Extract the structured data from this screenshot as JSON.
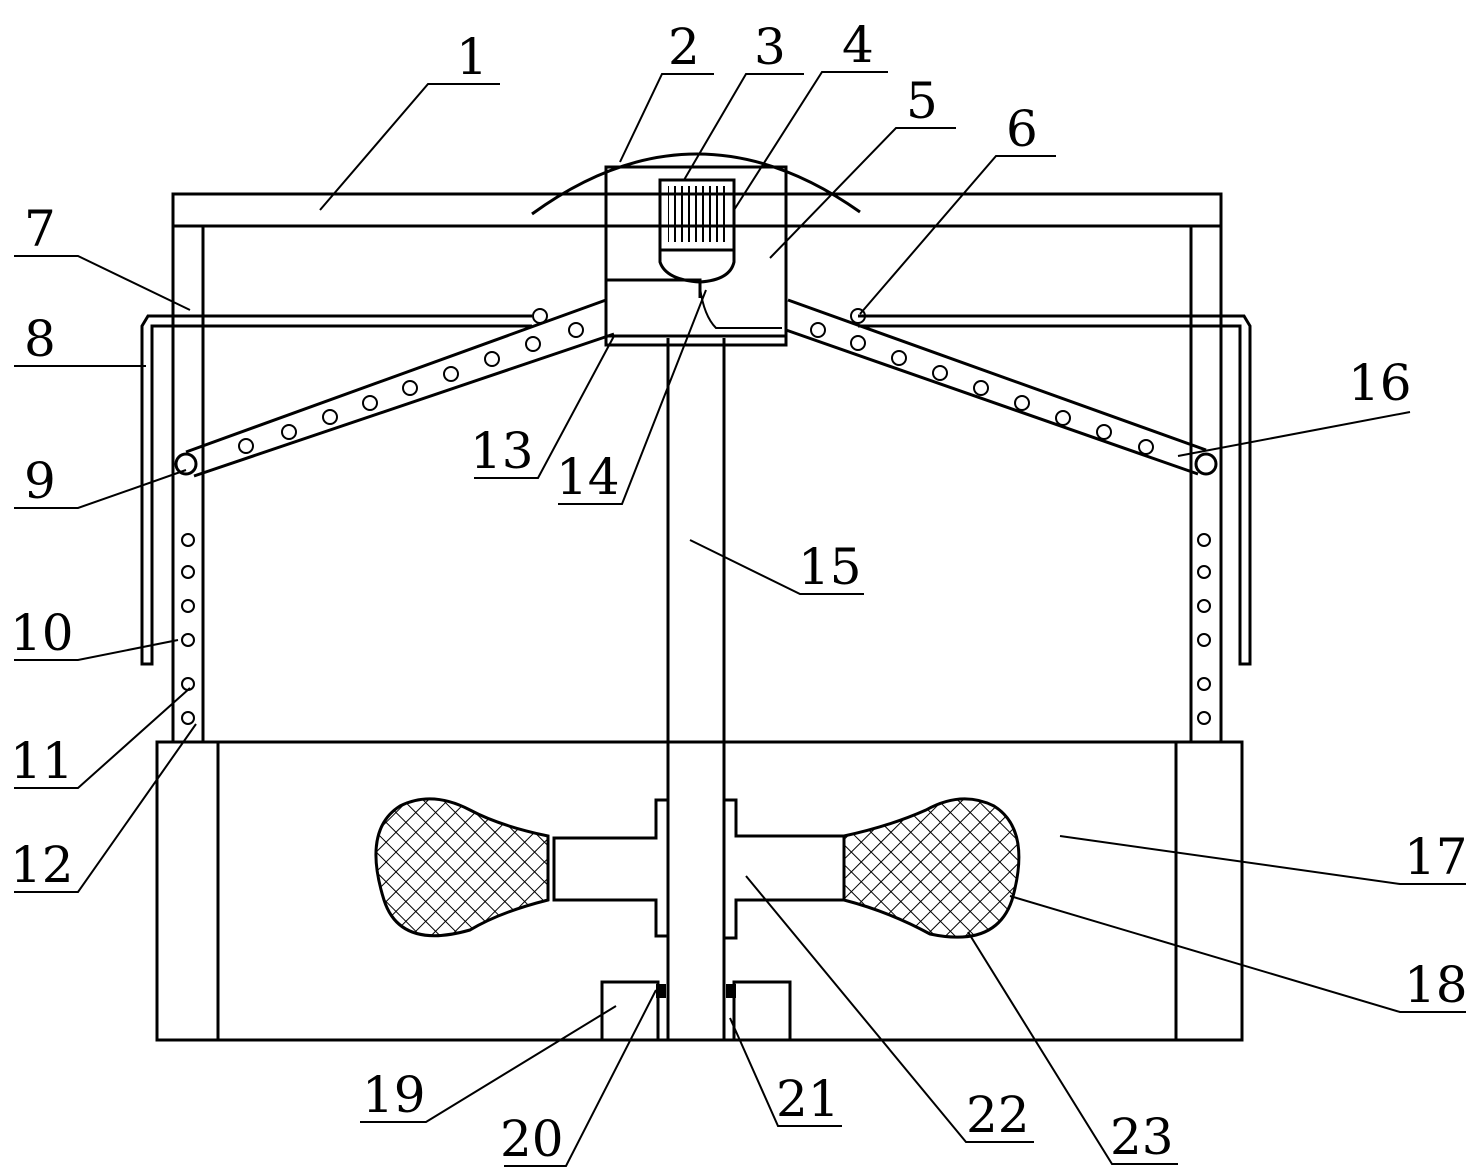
{
  "labels": [
    "1",
    "2",
    "3",
    "4",
    "5",
    "6",
    "7",
    "8",
    "9",
    "10",
    "11",
    "12",
    "13",
    "14",
    "15",
    "16",
    "17",
    "18",
    "19",
    "20",
    "21",
    "22",
    "23"
  ]
}
